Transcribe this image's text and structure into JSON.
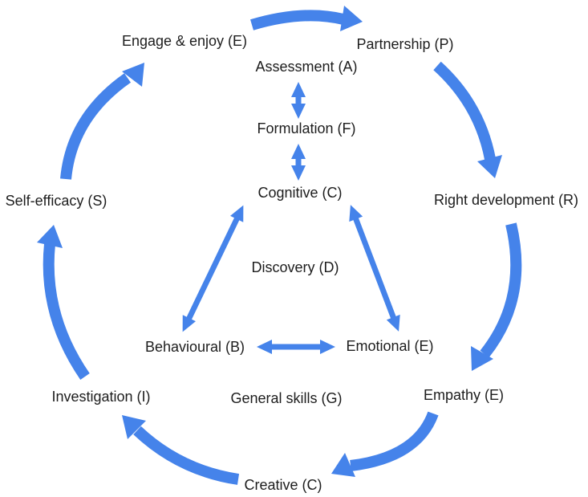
{
  "diagram": {
    "kind": "circular-process-diagram",
    "background_color": "#ffffff",
    "arrow_color": "#4583EA",
    "text_color": "#1d1d1d",
    "labels": {
      "engage_enjoy": "Engage & enjoy (E)",
      "partnership": "Partnership (P)",
      "right_development": "Right development (R)",
      "empathy": "Empathy (E)",
      "creative": "Creative (C)",
      "investigation": "Investigation (I)",
      "self_efficacy": "Self-efficacy (S)",
      "assessment": "Assessment (A)",
      "formulation": "Formulation (F)",
      "cognitive": "Cognitive (C)",
      "discovery": "Discovery (D)",
      "behavioural": "Behavioural (B)",
      "emotional": "Emotional (E)",
      "general_skills": "General skills (G)"
    },
    "outer_cycle_order": [
      "Engage & enjoy (E)",
      "Partnership (P)",
      "Right development (R)",
      "Empathy (E)",
      "Creative (C)",
      "Investigation (I)",
      "Self-efficacy (S)"
    ],
    "inner_links": [
      {
        "from": "Assessment (A)",
        "to": "Formulation (F)",
        "bidirectional": true
      },
      {
        "from": "Formulation (F)",
        "to": "Cognitive (C)",
        "bidirectional": true
      },
      {
        "from": "Cognitive (C)",
        "to": "Behavioural (B)",
        "bidirectional": true
      },
      {
        "from": "Cognitive (C)",
        "to": "Emotional (E)",
        "bidirectional": true
      },
      {
        "from": "Behavioural (B)",
        "to": "Emotional (E)",
        "bidirectional": true
      }
    ]
  }
}
